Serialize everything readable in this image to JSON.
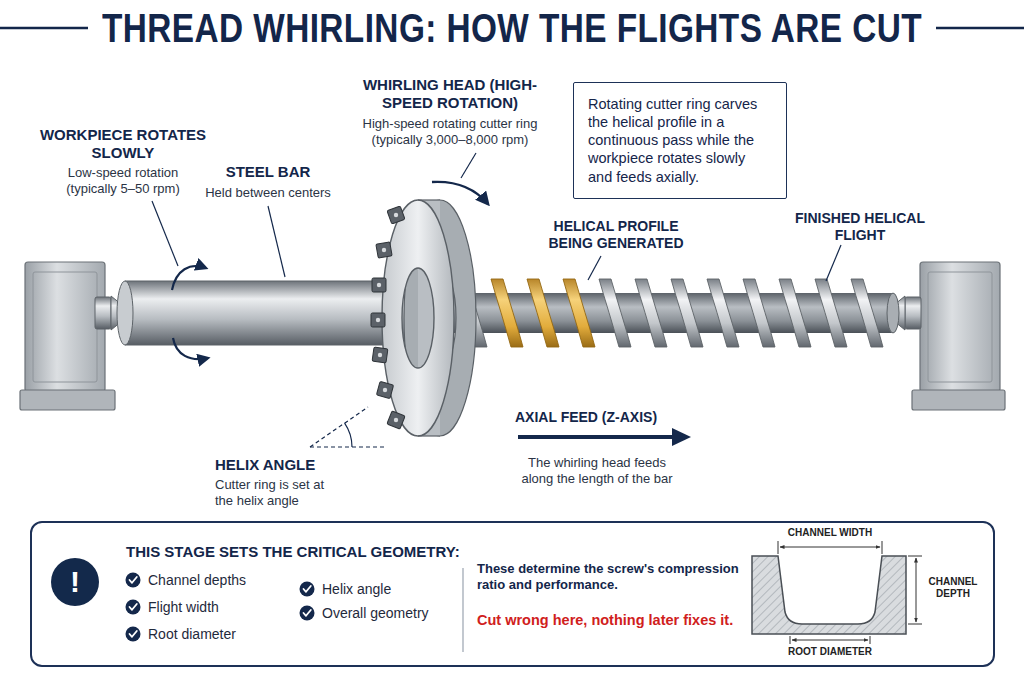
{
  "diagram": {
    "title": "THREAD WHIRLING: HOW THE FLIGHTS ARE CUT",
    "nodes": [
      {
        "text": [
          "Rotating cutter ring carves the helical profile in a continuous pass while the workpiece rotates slowly and feeds axially."
        ]
      },
      {
        "text": [
          "THIS STAGE SETS THE CRITICAL GEOMETRY:",
          "Channel depths",
          "Flight width",
          "Root diameter",
          "Helix angle",
          "Overall geometry",
          "These determine the screw's compression ratio and performance.",
          "Cut wrong here, nothing later fixes it."
        ]
      },
      {
        "text": [
          "!"
        ],
        "in": 1
      }
    ],
    "labels": [
      "WORKPIECE ROTATES SLOWLY",
      "Low-speed rotation (typically 5–50 rpm)",
      "STEEL BAR",
      "Held between centers",
      "WHIRLING HEAD (HIGH-SPEED ROTATION)",
      "High-speed rotating cutter ring (typically 3,000–8,000 rpm)",
      "HELICAL PROFILE BEING GENERATED",
      "FINISHED HELICAL FLIGHT",
      "HELIX ANGLE",
      "Cutter ring is set at the helix angle",
      "AXIAL FEED (Z-AXIS)",
      "The whirling head feeds along the length of the bar",
      "CHANNEL WIDTH",
      "CHANNEL DEPTH",
      "ROOT DIAMETER"
    ]
  }
}
